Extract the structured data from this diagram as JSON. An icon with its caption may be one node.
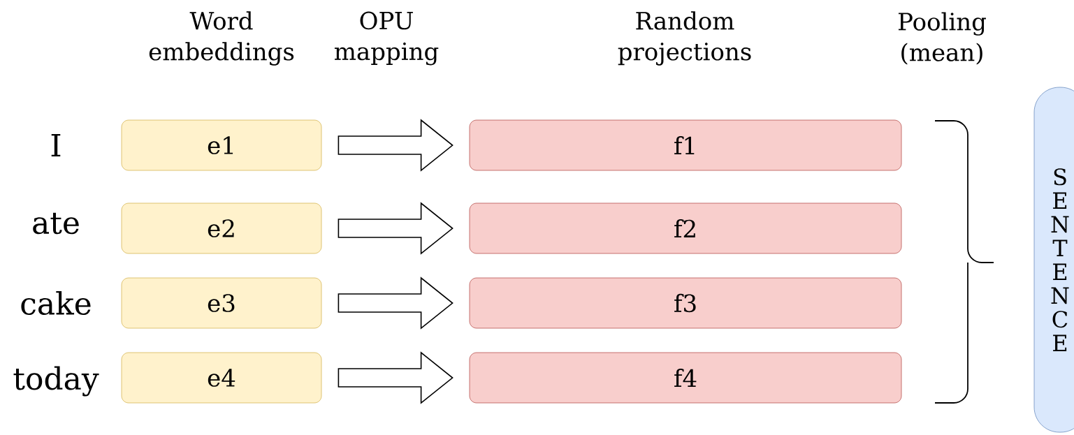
{
  "diagram": {
    "nodes": [
      {
        "text": [
          "e1"
        ]
      },
      {
        "text": [
          "e2"
        ]
      },
      {
        "text": [
          "e3"
        ]
      },
      {
        "text": [
          "e4"
        ]
      },
      {
        "text": [
          "f1"
        ]
      },
      {
        "text": [
          "f2"
        ]
      },
      {
        "text": [
          "f3"
        ]
      },
      {
        "text": [
          "f4"
        ]
      },
      {
        "text": [
          "SENTENCE"
        ]
      }
    ],
    "edges": [
      {
        "from": 0,
        "to": 4,
        "arrow": "to"
      },
      {
        "from": 1,
        "to": 5,
        "arrow": "to"
      },
      {
        "from": 2,
        "to": 6,
        "arrow": "to"
      },
      {
        "from": 3,
        "to": 7,
        "arrow": "to"
      }
    ],
    "labels": [
      "Word embeddings",
      "OPU mapping",
      "Random projections",
      "Pooling (mean)",
      "I",
      "ate",
      "cake",
      "today"
    ]
  }
}
